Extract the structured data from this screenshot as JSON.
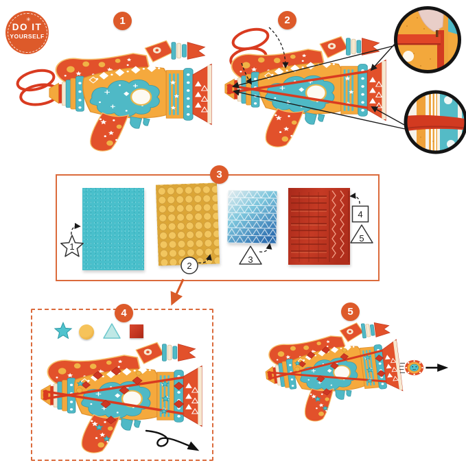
{
  "colors": {
    "accent_orange": "#DD5A2A",
    "band_red": "#D93B20",
    "teal": "#4FB9C6",
    "amber": "#F5A93D",
    "body_red": "#E2512B",
    "gold_sheet": "#DCA636",
    "foil_red": "#C23A24",
    "holo_blue": "#57B7D6"
  },
  "logo": {
    "line1": "DO IT",
    "line2": "YOURSELF"
  },
  "steps": [
    {
      "label": "1"
    },
    {
      "label": "2"
    },
    {
      "label": "3"
    },
    {
      "label": "4"
    },
    {
      "label": "5"
    }
  ],
  "materials_key": [
    {
      "shape": "star",
      "label": "1",
      "material": "teal-glitter-sheet"
    },
    {
      "shape": "circle",
      "label": "2",
      "material": "gold-dot-stickers"
    },
    {
      "shape": "triangle",
      "label": "3",
      "material": "holographic-triangle-stickers"
    },
    {
      "shape": "square",
      "label": "4",
      "material": "red-foil-strip-sheet"
    },
    {
      "shape": "triangle",
      "label": "5",
      "material": "red-foil-zigzag-sheet"
    }
  ]
}
